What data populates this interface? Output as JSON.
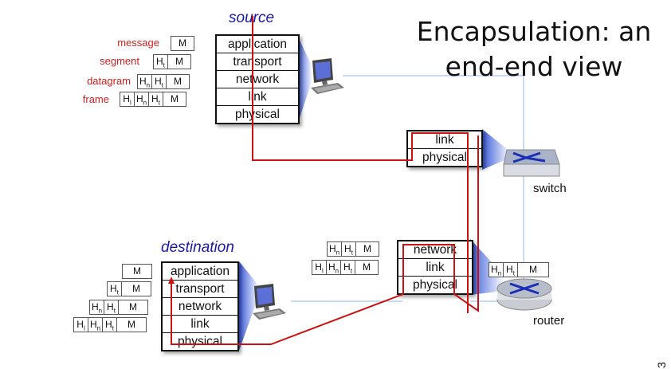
{
  "slide": {
    "title_line1": "Encapsulation: an",
    "title_line2": "end-end view",
    "page_number": "3"
  },
  "source": {
    "label": "source",
    "layers": [
      "application",
      "transport",
      "network",
      "link",
      "physical"
    ],
    "pdus": [
      {
        "name": "message",
        "headers": []
      },
      {
        "name": "segment",
        "headers": [
          "Ht"
        ]
      },
      {
        "name": "datagram",
        "headers": [
          "Hn",
          "Ht"
        ]
      },
      {
        "name": "frame",
        "headers": [
          "Hl",
          "Hn",
          "Ht"
        ]
      }
    ],
    "message": "M"
  },
  "switch": {
    "label": "switch",
    "layers": [
      "link",
      "physical"
    ]
  },
  "router": {
    "label": "router",
    "layers": [
      "network",
      "link",
      "physical"
    ],
    "message": "M"
  },
  "destination": {
    "label": "destination",
    "layers": [
      "application",
      "transport",
      "network",
      "link",
      "physical"
    ],
    "message": "M"
  },
  "colors": {
    "path": "#cc1111",
    "pdu_label": "#d21e1e",
    "host_label": "#1a1aa6",
    "link_line": "#b8cef0"
  },
  "icons": {
    "source_host": "desktop-computer-icon",
    "destination_host": "desktop-computer-icon",
    "switch": "switch-icon",
    "router": "router-icon"
  }
}
